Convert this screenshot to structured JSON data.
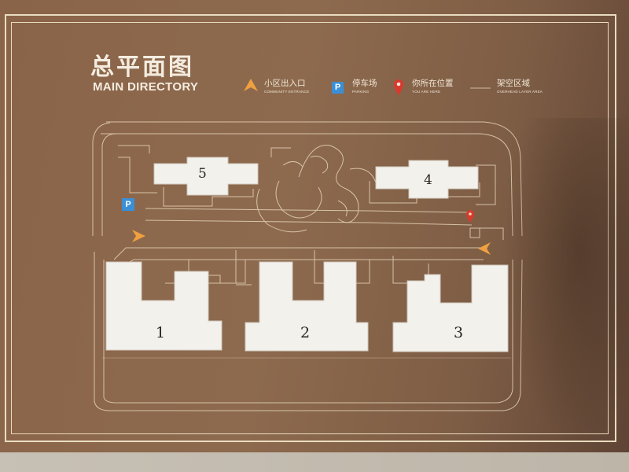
{
  "title": {
    "cn": "总平面图",
    "en": "MAIN DIRECTORY"
  },
  "legend": [
    {
      "icon": "entrance-arrow-icon",
      "cn": "小区出入口",
      "en": "COMMUNITY ENTRANCE",
      "color": "#f0a040"
    },
    {
      "icon": "parking-icon",
      "cn": "停车场",
      "en": "PARKING",
      "color": "#3a8fd6"
    },
    {
      "icon": "location-pin-icon",
      "cn": "你所在位置",
      "en": "YOU ARE HERE",
      "color": "#d93a2e"
    },
    {
      "icon": "overhead-line-icon",
      "cn": "架空区域",
      "en": "OVERHEAD LAYER AREA",
      "color": "#e9dcc0"
    }
  ],
  "buildings": [
    {
      "number": "1"
    },
    {
      "number": "2"
    },
    {
      "number": "3"
    },
    {
      "number": "4"
    },
    {
      "number": "5"
    }
  ],
  "colors": {
    "board": "#8a6448",
    "line": "#e9dcc0",
    "building": "#f3f1ec",
    "entrance": "#f0a040",
    "parking": "#3a8fd6",
    "you_are_here": "#d93a2e"
  }
}
